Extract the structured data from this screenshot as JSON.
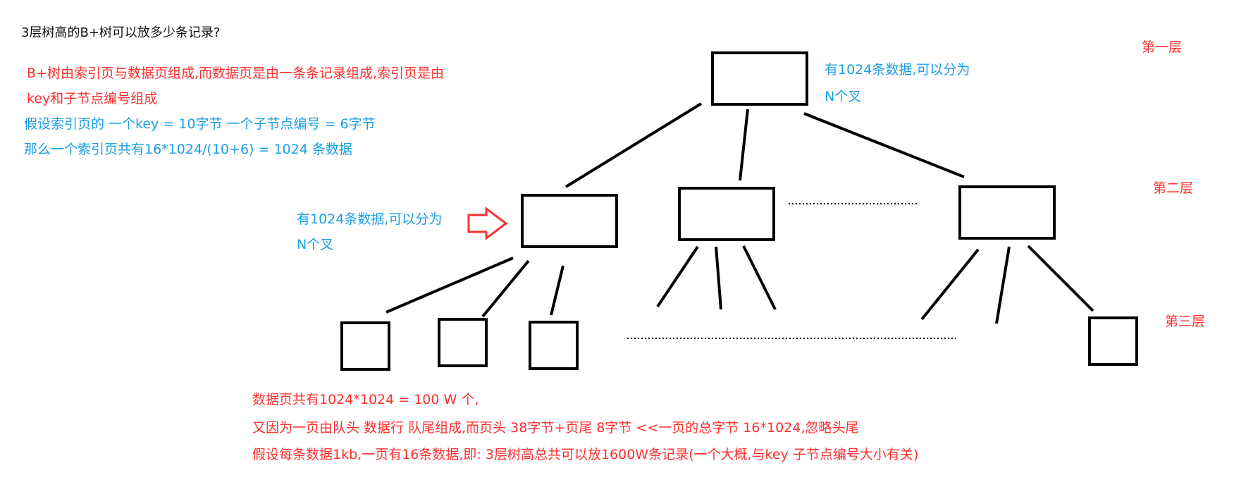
{
  "title": "3层树高的B+树可以放多少条记录?",
  "intro": {
    "line1": "B+树由索引页与数据页组成,而数据页是由一条条记录组成,索引页是由",
    "line2": "key和子节点编号组成",
    "line3": "假设索引页的 一个key = 10字节   一个子节点编号 = 6字节",
    "line4": "那么一个索引页共有16*1024/(10+6) = 1024 条数据"
  },
  "levels": {
    "level1": "第一层",
    "level2": "第二层",
    "level3": "第三层"
  },
  "root_note": {
    "line1": "有1024条数据,可以分为",
    "line2": "N个叉"
  },
  "second_note": {
    "line1": "有1024条数据,可以分为",
    "line2": "N个叉"
  },
  "summary": {
    "line1": "数据页共有1024*1024 = 100 W 个,",
    "line2": "又因为一页由队头 数据行 队尾组成,而页头 38字节+页尾 8字节 <<一页的总字节 16*1024,忽略头尾",
    "line3": "假设每条数据1kb,一页有16条数据,即: 3层树高总共可以放1600W条记录(一个大概,与key 子节点编号大小有关)"
  },
  "colors": {
    "red": "#ff2f2f",
    "blue": "#1a9ee6",
    "black": "#111111"
  }
}
